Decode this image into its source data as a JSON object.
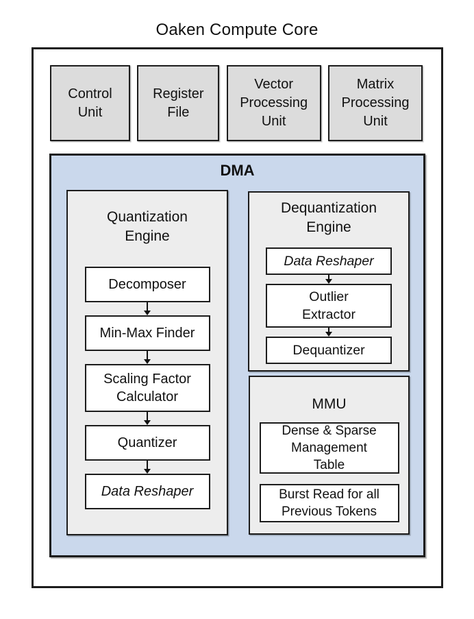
{
  "diagram": {
    "title": "Oaken Compute Core",
    "top_units": [
      {
        "label": "Control Unit",
        "lines": [
          "Control",
          "Unit"
        ]
      },
      {
        "label": "Register File",
        "lines": [
          "Register",
          "File"
        ]
      },
      {
        "label": "Vector Processing Unit",
        "lines": [
          "Vector",
          "Processing",
          "Unit"
        ]
      },
      {
        "label": "Matrix Processing Unit",
        "lines": [
          "Matrix",
          "Processing",
          "Unit"
        ]
      }
    ],
    "dma": {
      "label": "DMA",
      "quantization_engine": {
        "title_lines": [
          "Quantization",
          "Engine"
        ],
        "blocks": [
          {
            "label": "Decomposer",
            "lines": [
              "Decomposer"
            ],
            "italic": false
          },
          {
            "label": "Min-Max Finder",
            "lines": [
              "Min-Max Finder"
            ],
            "italic": false
          },
          {
            "label": "Scaling Factor Calculator",
            "lines": [
              "Scaling Factor",
              "Calculator"
            ],
            "italic": false
          },
          {
            "label": "Quantizer",
            "lines": [
              "Quantizer"
            ],
            "italic": false
          },
          {
            "label": "Data Reshaper",
            "lines": [
              "Data Reshaper"
            ],
            "italic": true
          }
        ]
      },
      "dequantization_engine": {
        "title_lines": [
          "Dequantization",
          "Engine"
        ],
        "blocks": [
          {
            "label": "Data Reshaper",
            "lines": [
              "Data Reshaper"
            ],
            "italic": true
          },
          {
            "label": "Outlier Extractor",
            "lines": [
              "Outlier",
              "Extractor"
            ],
            "italic": false
          },
          {
            "label": "Dequantizer",
            "lines": [
              "Dequantizer"
            ],
            "italic": false
          }
        ]
      },
      "mmu": {
        "title": "MMU",
        "blocks": [
          {
            "label": "Dense & Sparse Management Table",
            "lines": [
              "Dense & Sparse",
              "Management",
              "Table"
            ],
            "italic": false
          },
          {
            "label": "Burst Read for all Previous Tokens",
            "lines": [
              "Burst Read for all",
              "Previous Tokens"
            ],
            "italic": false
          }
        ]
      }
    },
    "colors": {
      "dma_bg": "#cad8ec",
      "panel_bg": "#ededed",
      "unit_bg": "#dcdcdc",
      "border": "#1c1c1c"
    }
  }
}
